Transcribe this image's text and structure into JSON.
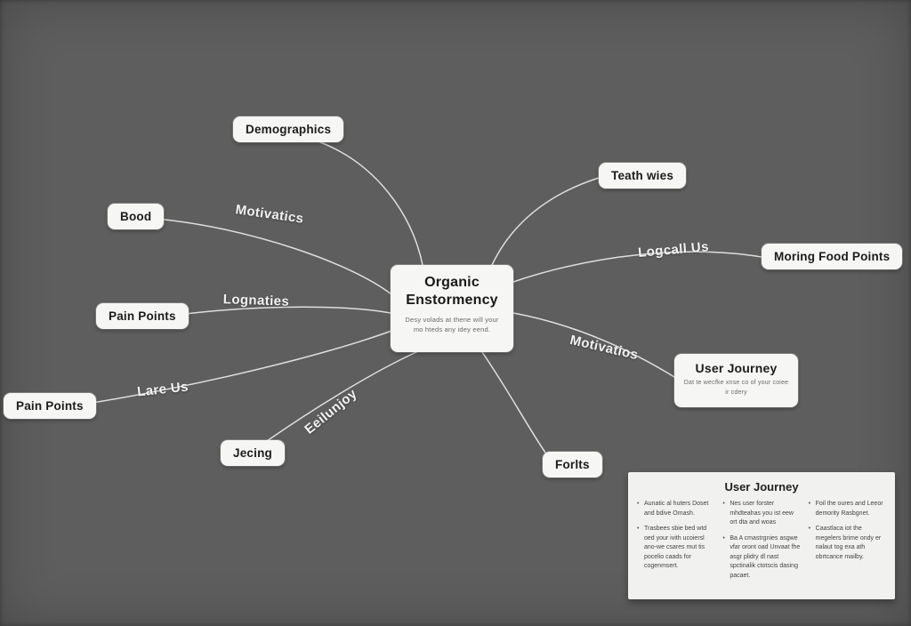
{
  "canvas": {
    "background_color": "#5e5e5e",
    "line_color": "#e9e9e9",
    "node_color": "#f6f6f5"
  },
  "center_node": {
    "title_line1": "Organic",
    "title_line2": "Enstormency",
    "subtext": "Desy volads at thene will your mo hteds any idey eend."
  },
  "nodes": {
    "demographics": {
      "label": "Demographics"
    },
    "bood": {
      "label": "Bood"
    },
    "pain_points_upper": {
      "label": "Pain Points"
    },
    "pain_points_lower": {
      "label": "Pain Points"
    },
    "jecing": {
      "label": "Jecing"
    },
    "teath_wies": {
      "label": "Teath wies"
    },
    "moring_food_points": {
      "label": "Moring Food Points"
    },
    "user_journey": {
      "label": "User Journey",
      "subtext": "Dat te wecfke xnse co of your coiee ir cdery"
    },
    "forlts": {
      "label": "Forlts"
    }
  },
  "edge_labels": {
    "motivatics": "Motivatics",
    "lognaties": "Lognaties",
    "lare_us": "Lare Us",
    "eeilunjoy": "Eeilunjoy",
    "logcall_us": "Logcall Us",
    "motivatios": "Motivatios"
  },
  "panel": {
    "title": "User Journey",
    "columns": [
      {
        "bullets": [
          "Aunatic al huters Doset and bdive Omash.",
          "Trasbees sbie bed wtd oed your ivith ucoiersl ano-we csares mut tis pocelio caads for cogenmsert."
        ]
      },
      {
        "bullets": [
          "Nes user forster mhdteahas you ist eew ort dta and woas",
          "Ba A cmastrgnies asgwe vfar oront oad Unvaat fhe asgr plidry dl nast spctinalik ctotscis dasing pacaet."
        ]
      },
      {
        "bullets": [
          "Foil the oures and Leeor demority Rasbgnet.",
          "Caastlaca iot the megelers brime ondy er nalaut tog exa ath obrtcance mailby."
        ]
      }
    ]
  }
}
